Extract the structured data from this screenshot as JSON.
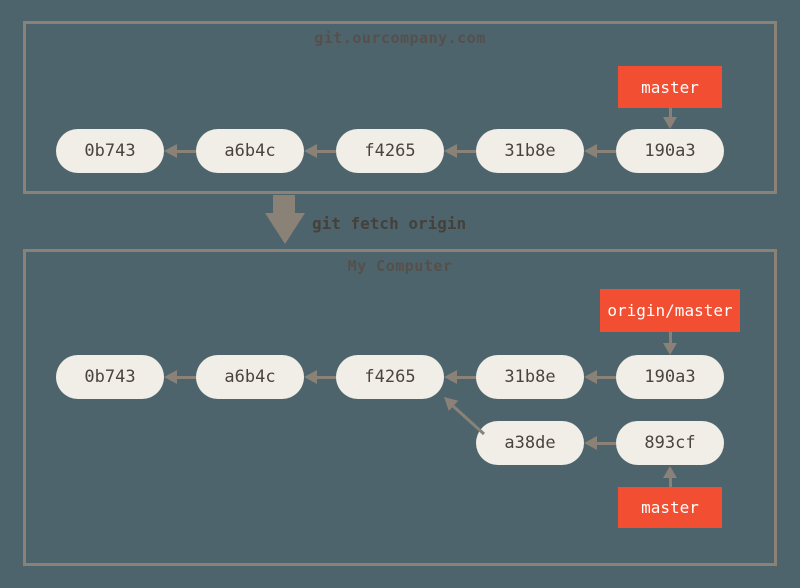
{
  "colors": {
    "background": "#4d646d",
    "box_border": "#8a8177",
    "arrow": "#8a8177",
    "node_fill": "#f0eee6",
    "node_text": "#4b443c",
    "branch_fill": "#f14e32",
    "branch_text": "#ffffff",
    "title_text": "#55504a",
    "command_text": "#46403a"
  },
  "command": "git fetch origin",
  "remote": {
    "title": "git.ourcompany.com",
    "branch": "master",
    "commits": [
      "0b743",
      "a6b4c",
      "f4265",
      "31b8e",
      "190a3"
    ]
  },
  "local": {
    "title": "My Computer",
    "remote_branch": "origin/master",
    "branch": "master",
    "commits_row1": [
      "0b743",
      "a6b4c",
      "f4265",
      "31b8e",
      "190a3"
    ],
    "commits_row2": [
      "a38de",
      "893cf"
    ]
  }
}
